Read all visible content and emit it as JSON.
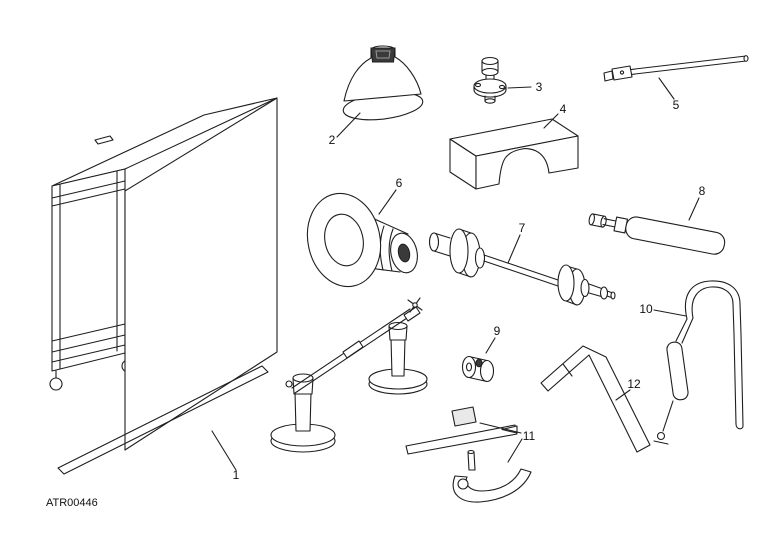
{
  "figure": {
    "code": "ATR00446"
  },
  "part_labels": [
    "1",
    "2",
    "3",
    "4",
    "5",
    "6",
    "7",
    "8",
    "9",
    "10",
    "11",
    "12"
  ],
  "colors": {
    "background": "#ffffff",
    "line": "#1f1f1f",
    "shade_fill": "#e9e9e9",
    "dark_fill": "#3a3a3a"
  }
}
